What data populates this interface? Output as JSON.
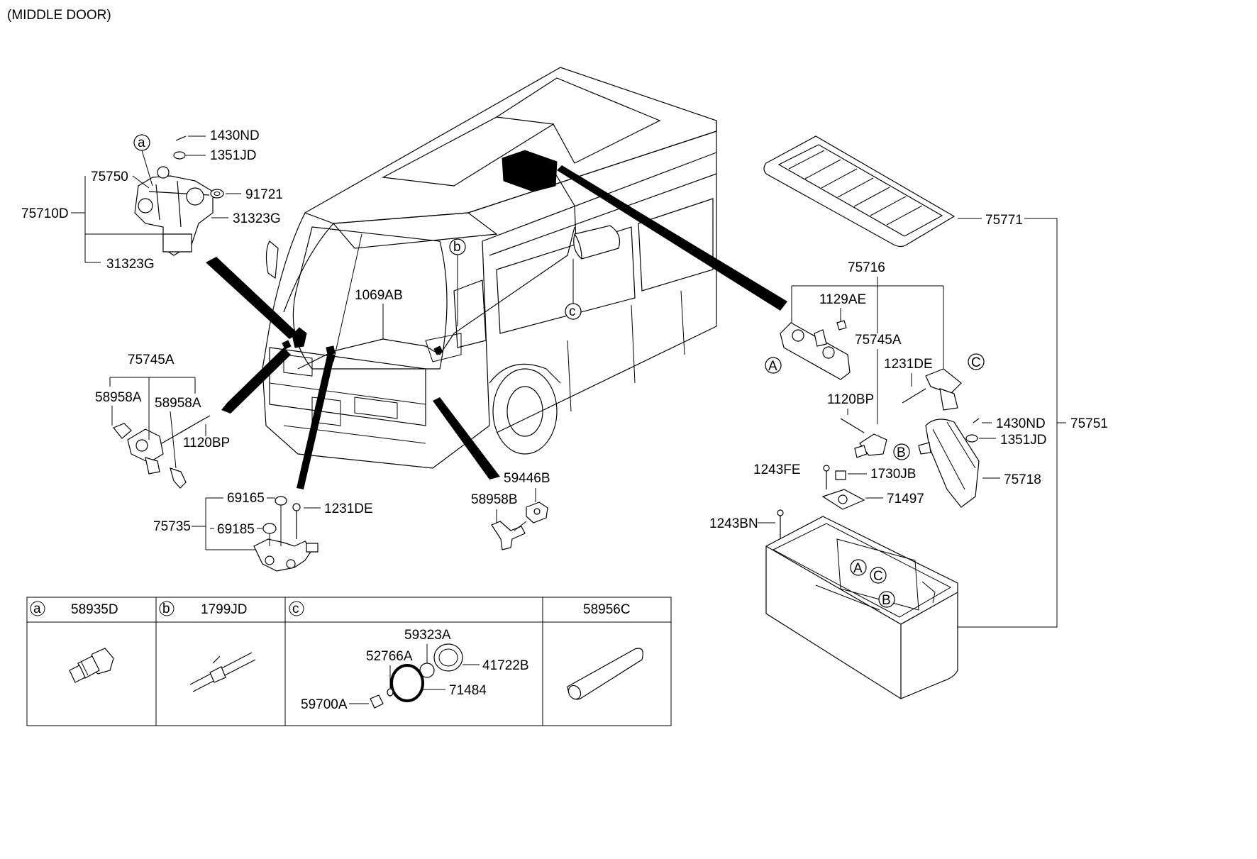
{
  "header": {
    "title": "(MIDDLE DOOR)"
  },
  "labels": {
    "p1430ND_a": "1430ND",
    "p1351JD_a": "1351JD",
    "p75750": "75750",
    "p91721": "91721",
    "p75710D": "75710D",
    "p31323G_a": "31323G",
    "p31323G_b": "31323G",
    "p1069AB": "1069AB",
    "p75745A_l": "75745A",
    "p58958A_l": "58958A",
    "p58958A_r": "58958A",
    "p1120BP_l": "1120BP",
    "p69165": "69165",
    "p1231DE_l": "1231DE",
    "p75735": "75735",
    "p69185": "69185",
    "p59446B": "59446B",
    "p58958B": "58958B",
    "p75771": "75771",
    "p75716": "75716",
    "p1129AE": "1129AE",
    "p75745A_r": "75745A",
    "p1231DE_r": "1231DE",
    "p1120BP_r": "1120BP",
    "p1430ND_b": "1430ND",
    "p75751": "75751",
    "p1351JD_b": "1351JD",
    "p1243FE": "1243FE",
    "p1730JB": "1730JB",
    "p75718": "75718",
    "p71497": "71497",
    "p1243BN": "1243BN"
  },
  "callouts": {
    "a": "a",
    "b": "b",
    "c": "c",
    "A1": "A",
    "C1": "C",
    "B1": "B",
    "A2": "A",
    "C2": "C",
    "B2": "B"
  },
  "legend": {
    "cols": [
      {
        "letter": "a",
        "code": "58935D"
      },
      {
        "letter": "b",
        "code": "1799JD"
      },
      {
        "letter": "c",
        "code": ""
      },
      {
        "letter": "",
        "code": "58956C"
      }
    ],
    "parts_c": {
      "p59323A": "59323A",
      "p52766A": "52766A",
      "p41722B": "41722B",
      "p71484": "71484",
      "p59700A": "59700A"
    }
  }
}
